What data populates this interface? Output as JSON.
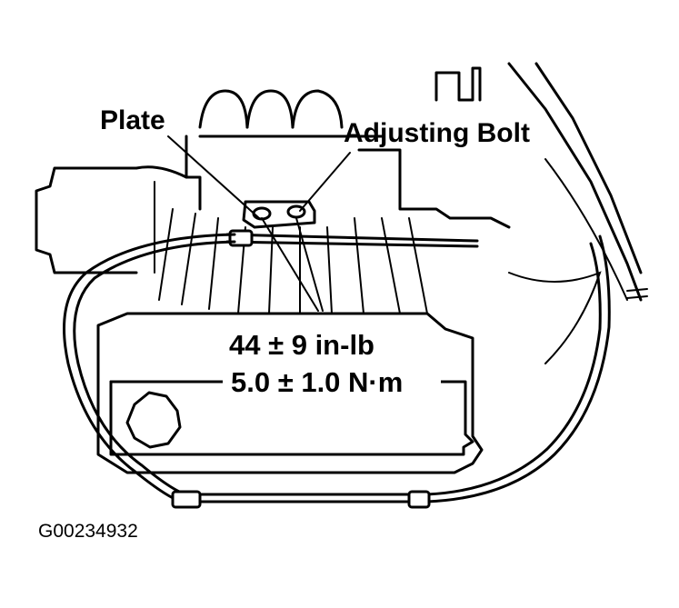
{
  "labels": {
    "plate": "Plate",
    "adjusting_bolt": "Adjusting Bolt",
    "torque_inlb": "44 ± 9 in-lb",
    "torque_nm": "5.0 ± 1.0 N·m",
    "figure_code": "G00234932"
  },
  "colors": {
    "ink": "#000000",
    "background": "#ffffff"
  }
}
